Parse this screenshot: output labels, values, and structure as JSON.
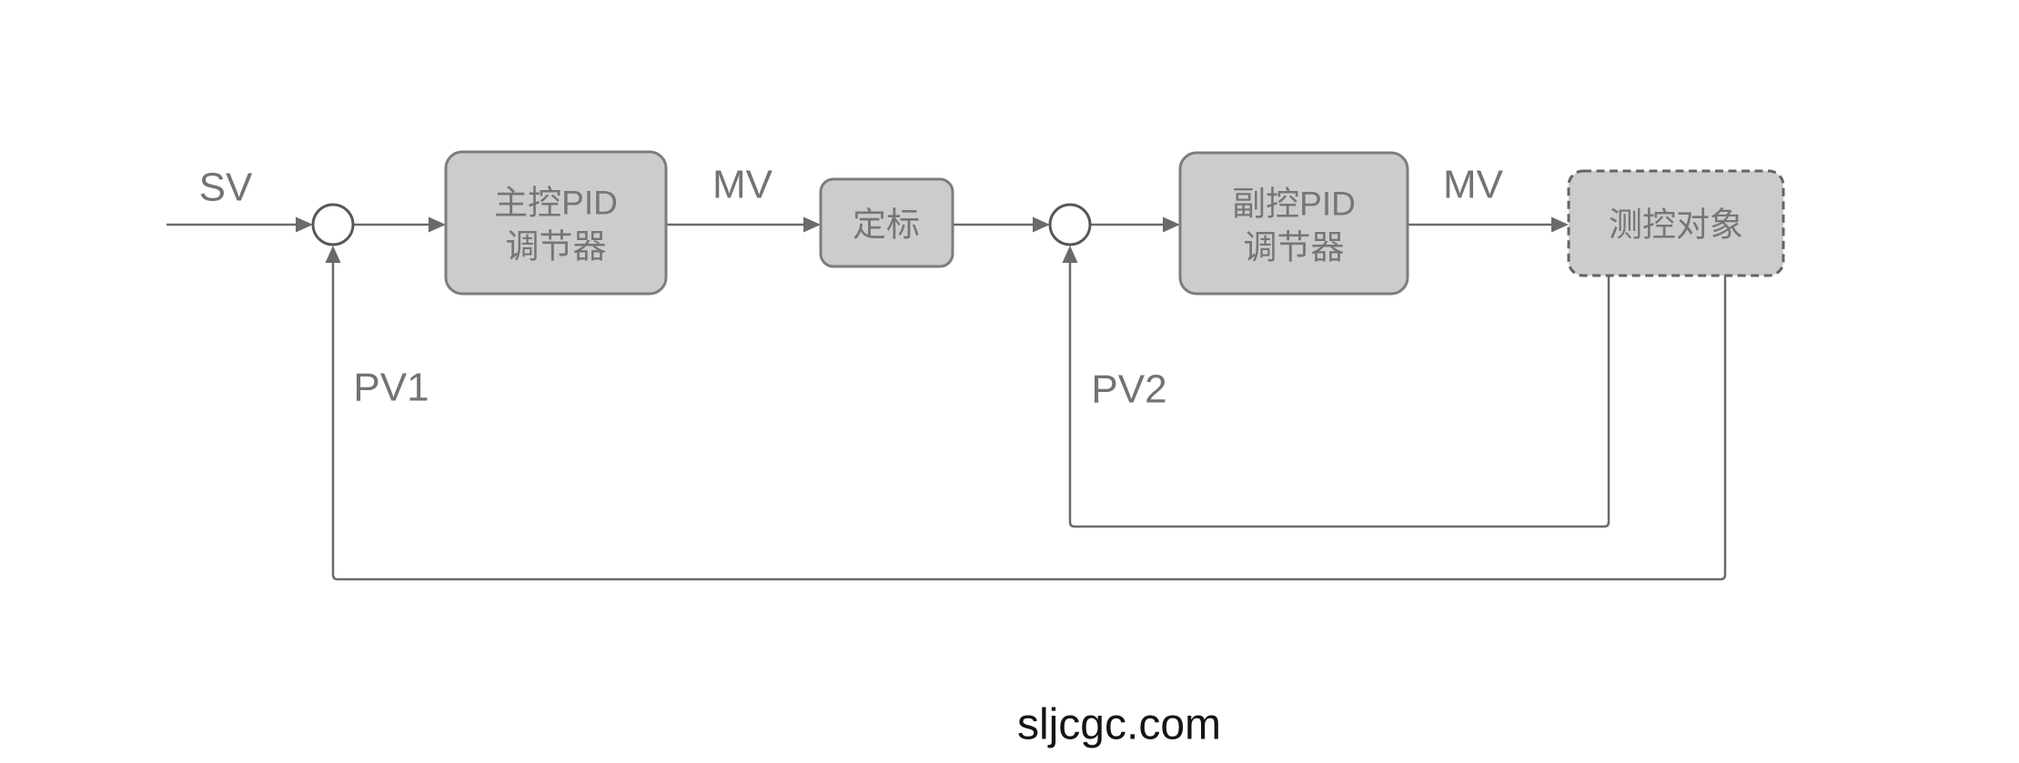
{
  "diagram": {
    "sv_label": "SV",
    "mv_label_1": "MV",
    "mv_label_2": "MV",
    "pv1_label": "PV1",
    "pv2_label": "PV2",
    "master_pid": {
      "line1": "主控PID",
      "line2": "调节器"
    },
    "scaler": {
      "label": "定标"
    },
    "slave_pid": {
      "line1": "副控PID",
      "line2": "调节器"
    },
    "plant": {
      "label": "测控对象"
    },
    "watermark": "sljcgc.com",
    "colors": {
      "background": "#ffffff",
      "node_fill": "#cccccc",
      "node_border": "#7d7d7d",
      "dashed_border": "#646464",
      "wire": "#6a6a6a",
      "label_text": "#737373",
      "node_text": "#767676",
      "watermark_text": "#141414"
    }
  }
}
